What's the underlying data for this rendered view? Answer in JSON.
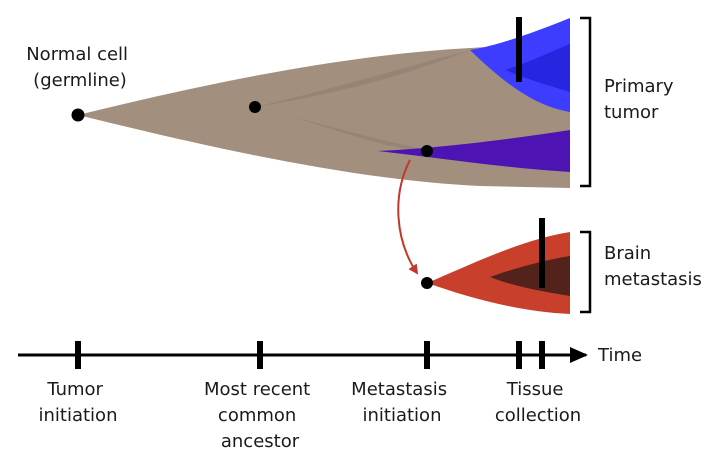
{
  "labels": {
    "normal_cell": [
      "Normal cell",
      "(germline)"
    ],
    "primary_tumor": [
      "Primary",
      "tumor"
    ],
    "brain_metastasis": [
      "Brain",
      "metastasis"
    ],
    "time": "Time"
  },
  "timeline": {
    "ticks": [
      {
        "id": "tumor-initiation",
        "label": [
          "Tumor",
          "initiation"
        ]
      },
      {
        "id": "mrca",
        "label": [
          "Most recent",
          "common",
          "ancestor"
        ]
      },
      {
        "id": "metastasis-initiation",
        "label": [
          "Metastasis",
          "initiation"
        ]
      },
      {
        "id": "tissue-collection",
        "label": [
          "Tissue",
          "collection"
        ]
      }
    ]
  },
  "colors": {
    "normal_lineage": "#a28f7e",
    "primary_subclone_blue": "#3d3dff",
    "primary_subclone_purple": "#4d13b3",
    "metastasis": "#c8402c",
    "metastasis_dark": "#52221b",
    "axis": "#000000",
    "arrow": "#c0392b"
  }
}
